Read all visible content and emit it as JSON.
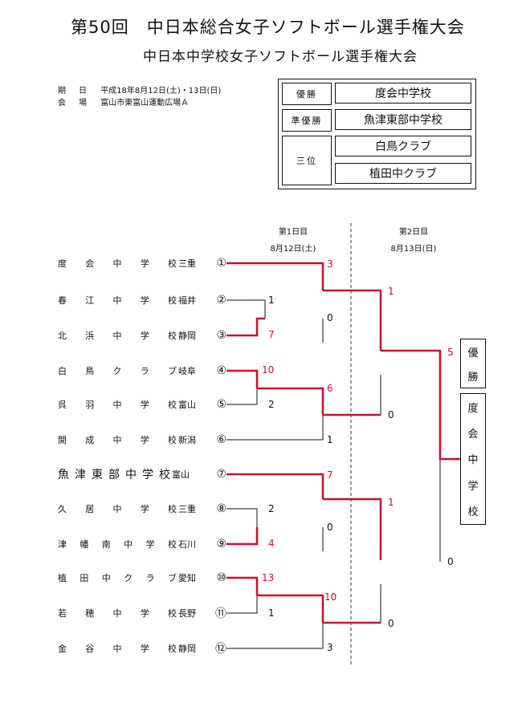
{
  "title": "第50回　中日本総合女子ソフトボール選手権大会",
  "subtitle": "中日本中学校女子ソフトボール選手権大会",
  "info": {
    "date_label": "期日",
    "date_value": "平成18年8月12日(土)・13日(日)",
    "venue_label": "会場",
    "venue_value": "富山市東富山運動広場Ａ"
  },
  "results": {
    "winner_label": "優勝",
    "winner": "度会中学校",
    "runner_label": "準優勝",
    "runner": "魚津東部中学校",
    "third_label": "三位",
    "third1": "白鳥クラブ",
    "third2": "植田中クラブ"
  },
  "days": {
    "day1": "第1日目",
    "day1_date": "8月12日(土)",
    "day2": "第2日目",
    "day2_date": "8月13日(日)"
  },
  "teams": [
    {
      "name": "度会中学校",
      "pref": "三重",
      "no": "①"
    },
    {
      "name": "春江中学校",
      "pref": "福井",
      "no": "②"
    },
    {
      "name": "北浜中学校",
      "pref": "静岡",
      "no": "③"
    },
    {
      "name": "白鳥クラブ",
      "pref": "岐阜",
      "no": "④"
    },
    {
      "name": "呉羽中学校",
      "pref": "富山",
      "no": "⑤"
    },
    {
      "name": "開成中学校",
      "pref": "新潟",
      "no": "⑥"
    },
    {
      "name": "魚津東部中学校",
      "pref": "富山",
      "no": "⑦"
    },
    {
      "name": "久居中学校",
      "pref": "三重",
      "no": "⑧"
    },
    {
      "name": "津幡南中学校",
      "pref": "石川",
      "no": "⑨"
    },
    {
      "name": "植田中クラブ",
      "pref": "愛知",
      "no": "⑩"
    },
    {
      "name": "若穂中学校",
      "pref": "長野",
      "no": "⑪"
    },
    {
      "name": "金谷中学校",
      "pref": "静岡",
      "no": "⑫"
    }
  ],
  "scores": {
    "r1a_w": "7",
    "r1a_l": "1",
    "r1b_w": "10",
    "r1b_l": "2",
    "r1c_w": "4",
    "r1c_l": "2",
    "r1d_w": "13",
    "r1d_l": "1",
    "r2a_w": "3",
    "r2a_l": "0",
    "r2b_w": "6",
    "r2b_l": "1",
    "r2c_w": "7",
    "r2c_l": "0",
    "r2d_w": "10",
    "r2d_l": "3",
    "sf1_w": "1",
    "sf1_l": "0",
    "sf2_w": "1",
    "sf2_l": "0",
    "f_w": "5",
    "f_l": "0"
  },
  "champion_label": "優勝",
  "champion_chars": [
    "度",
    "会",
    "中",
    "学",
    "校"
  ],
  "colors": {
    "win": "#c8102e",
    "line": "#111111"
  }
}
